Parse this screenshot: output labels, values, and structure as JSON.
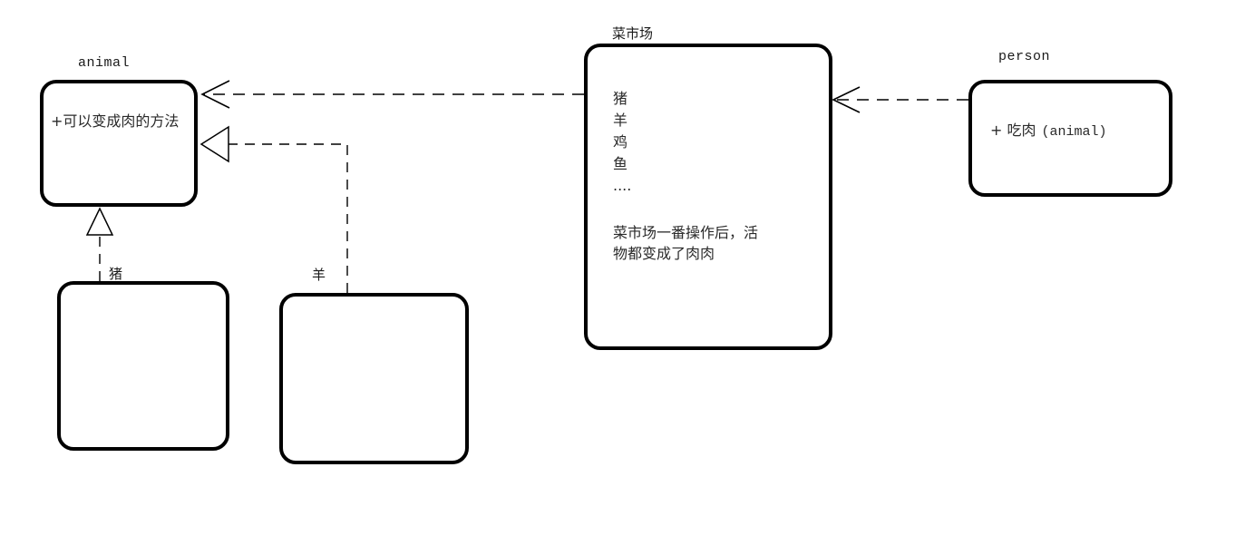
{
  "diagram": {
    "type": "uml-class-diagram",
    "background_color": "#ffffff",
    "stroke_color": "#000000",
    "text_color": "#2a2a2a"
  },
  "classes": {
    "animal": {
      "title": "animal",
      "members": [
        "+可以变成肉的方法"
      ]
    },
    "market": {
      "title": "菜市场",
      "items": [
        "猪",
        "羊",
        "鸡",
        "鱼",
        "...."
      ],
      "note": [
        "菜市场一番操作后，活",
        "物都变成了肉肉"
      ]
    },
    "person": {
      "title": "person",
      "method_name": "+ 吃肉",
      "method_param": "(animal)"
    },
    "pig": {
      "title": "猪"
    },
    "sheep": {
      "title": "羊"
    }
  },
  "relations": [
    {
      "name": "market-to-animal",
      "kind": "dependency",
      "arrowhead": "open-v",
      "line": "dashed",
      "from": "market",
      "to": "animal"
    },
    {
      "name": "sheep-to-animal",
      "kind": "realization",
      "arrowhead": "hollow-triangle",
      "line": "dashed",
      "from": "sheep",
      "to": "animal",
      "label": "羊"
    },
    {
      "name": "pig-to-animal",
      "kind": "realization",
      "arrowhead": "hollow-triangle",
      "line": "dashed",
      "from": "pig",
      "to": "animal",
      "label": "猪"
    },
    {
      "name": "person-to-market",
      "kind": "dependency",
      "arrowhead": "open-v",
      "line": "dashed",
      "from": "person",
      "to": "market"
    }
  ]
}
